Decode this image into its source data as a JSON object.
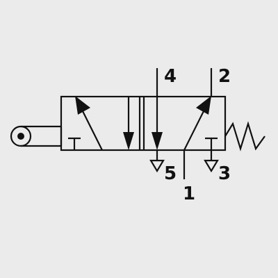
{
  "diagram": {
    "type": "pneumatic-5-2-valve-symbol",
    "actuator": "roller-lever",
    "return": "spring",
    "ports": {
      "p4": "4",
      "p2": "2",
      "p5": "5",
      "p3": "3",
      "p1": "1"
    },
    "colors": {
      "background": "#ebebeb",
      "line": "#111111"
    }
  }
}
